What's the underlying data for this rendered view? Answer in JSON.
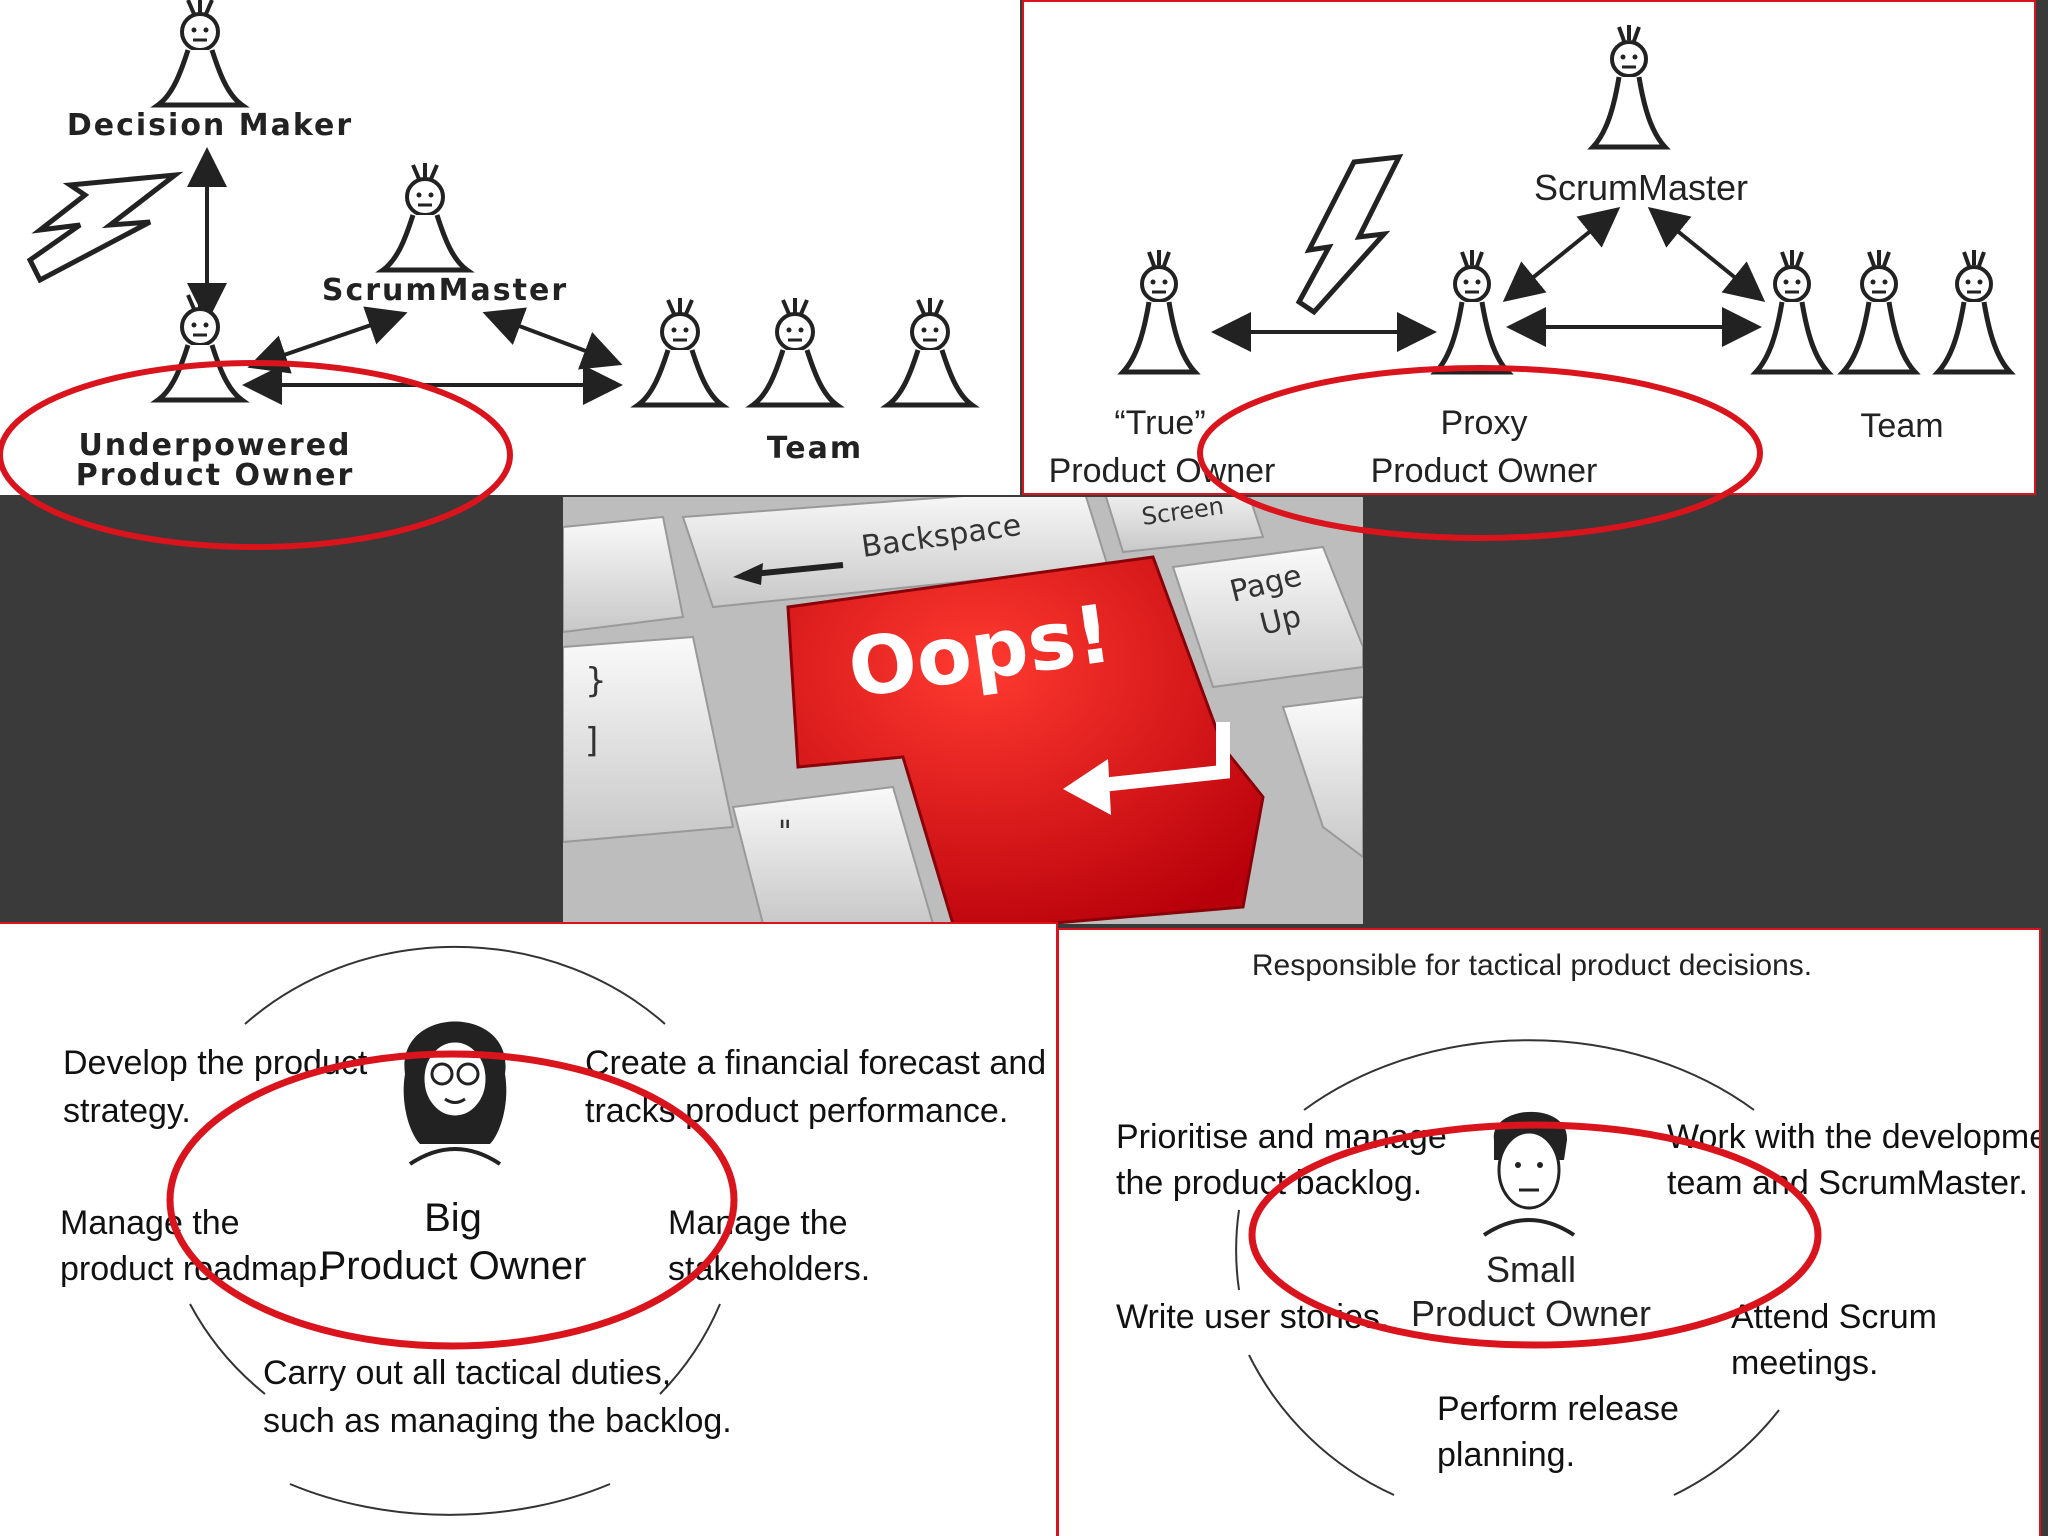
{
  "top_left": {
    "decision_maker": "Decision Maker",
    "scrummaster": "ScrumMaster",
    "po_line1": "Underpowered",
    "po_line2": "Product Owner",
    "team": "Team"
  },
  "top_right": {
    "scrummaster": "ScrumMaster",
    "true_po_line1": "“True”",
    "true_po_line2": "Product Owner",
    "proxy_line1": "Proxy",
    "proxy_line2": "Product Owner",
    "team": "Team"
  },
  "middle": {
    "key_main": "Oops!",
    "key_backspace": "Backspace",
    "key_screen": "Screen",
    "key_pageup_1": "Page",
    "key_pageup_2": "Up",
    "key_brace": "}",
    "key_bracket": "]",
    "key_quote": "\""
  },
  "bottom_left": {
    "center_1": "Big",
    "center_2": "Product Owner",
    "tl_1": "Develop the product",
    "tl_2": "strategy.",
    "tr_1": "Create a financial forecast and",
    "tr_2": "tracks product performance.",
    "ml_1": "Manage the",
    "ml_2": "product roadmap.",
    "mr_1": "Manage the",
    "mr_2": "stakeholders.",
    "b_1": "Carry out all tactical duties,",
    "b_2": "such as managing the backlog."
  },
  "bottom_right": {
    "title": "Responsible for tactical product decisions.",
    "center_1": "Small",
    "center_2": "Product Owner",
    "tl_1": "Prioritise and manage",
    "tl_2": "the product backlog.",
    "tr_1": "Work with the development",
    "tr_2": "team and ScrumMaster.",
    "ml": "Write user stories.",
    "mr_1": "Attend Scrum",
    "mr_2": "meetings.",
    "b_1": "Perform release",
    "b_2": "planning."
  },
  "colors": {
    "highlight": "#d9141c",
    "background": "#3a3a3a"
  }
}
